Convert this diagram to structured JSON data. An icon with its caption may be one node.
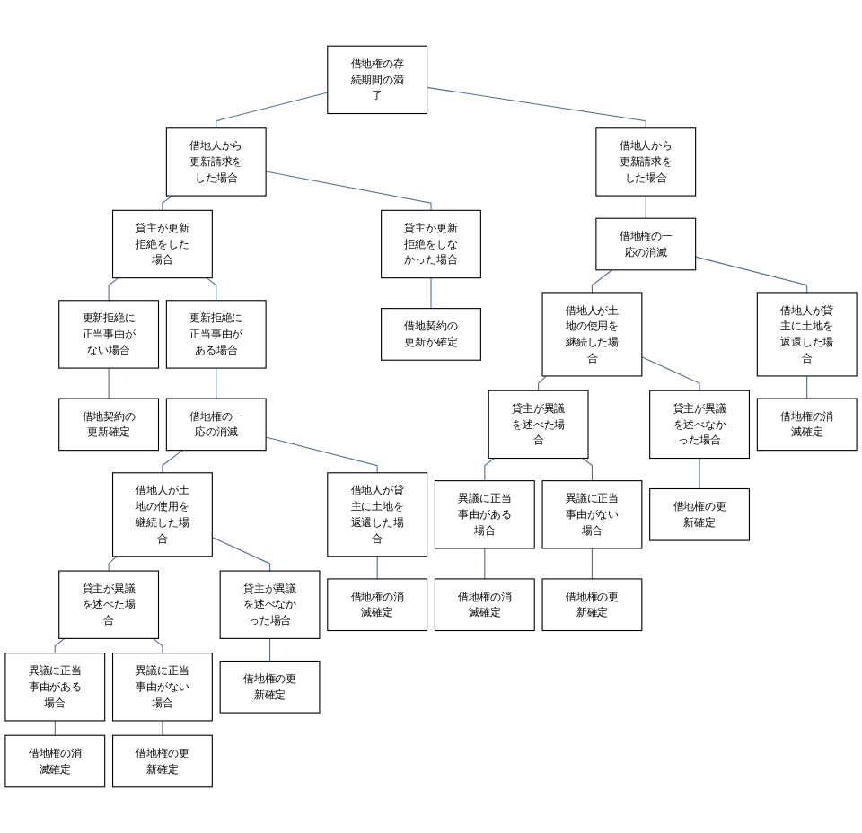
{
  "diagram": {
    "nodes": [
      {
        "text": [
          "借地権の存続期間の満了"
        ]
      },
      {
        "text": [
          "借地人から更新請求をした場合"
        ]
      },
      {
        "text": [
          "借地人から更新請求をした場合"
        ]
      },
      {
        "text": [
          "貸主が更新拒絶をしなかった場合"
        ]
      },
      {
        "text": [
          "貸主が更新拒絶をした場合"
        ]
      },
      {
        "text": [
          "更新拒絶に正当事由がない場合"
        ]
      },
      {
        "text": [
          "更新拒絶に正当事由がある場合"
        ]
      },
      {
        "text": [
          "借地契約の更新が確定"
        ]
      },
      {
        "text": [
          "借地契約の更新確定"
        ]
      },
      {
        "text": [
          "借地権の一応の消滅"
        ]
      },
      {
        "text": [
          "借地権の一応の消滅"
        ]
      },
      {
        "text": [
          "借地人が土地の使用を継続した場合"
        ]
      },
      {
        "text": [
          "借地人が貸主に土地を返還した場合"
        ]
      },
      {
        "text": [
          "借地人が土地の使用を継続した場合"
        ]
      },
      {
        "text": [
          "借地人が貸主に土地を返還した場合"
        ]
      },
      {
        "text": [
          "貸主が異議を述べた場合"
        ]
      },
      {
        "text": [
          "貸主が異議を述べなかった場合"
        ]
      },
      {
        "text": [
          "貸主が異議を述べた場合"
        ]
      },
      {
        "text": [
          "貸主が異議を述べなかった場合"
        ]
      },
      {
        "text": [
          "異議に正当事由がある場合"
        ]
      },
      {
        "text": [
          "異議に正当事由がない場合"
        ]
      },
      {
        "text": [
          "異議に正当事由がある場合"
        ]
      },
      {
        "text": [
          "異議に正当事由がない場合"
        ]
      },
      {
        "text": [
          "借地権の消滅確定"
        ]
      },
      {
        "text": [
          "借地権の更新確定"
        ]
      },
      {
        "text": [
          "借地権の更新確定"
        ]
      },
      {
        "text": [
          "借地権の消滅確定"
        ]
      },
      {
        "text": [
          "借地権の消滅確定"
        ]
      },
      {
        "text": [
          "借地権の更新確定"
        ]
      },
      {
        "text": [
          "借地権の更新確定"
        ]
      },
      {
        "text": [
          "借地権の消滅確定"
        ]
      }
    ],
    "edges": [
      {
        "from": 0,
        "to": 1,
        "arrow": "none"
      },
      {
        "from": 0,
        "to": 2,
        "arrow": "none"
      },
      {
        "from": 1,
        "to": 3,
        "arrow": "none"
      },
      {
        "from": 1,
        "to": 4,
        "arrow": "none"
      },
      {
        "from": 4,
        "to": 5,
        "arrow": "none"
      },
      {
        "from": 4,
        "to": 6,
        "arrow": "none"
      },
      {
        "from": 3,
        "to": 7,
        "arrow": "none"
      },
      {
        "from": 5,
        "to": 8,
        "arrow": "none"
      },
      {
        "from": 6,
        "to": 9,
        "arrow": "none"
      },
      {
        "from": 2,
        "to": 10,
        "arrow": "none"
      },
      {
        "from": 9,
        "to": 11,
        "arrow": "none"
      },
      {
        "from": 9,
        "to": 12,
        "arrow": "none"
      },
      {
        "from": 10,
        "to": 13,
        "arrow": "none"
      },
      {
        "from": 10,
        "to": 14,
        "arrow": "none"
      },
      {
        "from": 11,
        "to": 15,
        "arrow": "none"
      },
      {
        "from": 11,
        "to": 16,
        "arrow": "none"
      },
      {
        "from": 13,
        "to": 17,
        "arrow": "none"
      },
      {
        "from": 13,
        "to": 18,
        "arrow": "none"
      },
      {
        "from": 15,
        "to": 19,
        "arrow": "none"
      },
      {
        "from": 15,
        "to": 20,
        "arrow": "none"
      },
      {
        "from": 17,
        "to": 21,
        "arrow": "none"
      },
      {
        "from": 17,
        "to": 22,
        "arrow": "none"
      },
      {
        "from": 19,
        "to": 23,
        "arrow": "none"
      },
      {
        "from": 20,
        "to": 24,
        "arrow": "none"
      },
      {
        "from": 16,
        "to": 25,
        "arrow": "none"
      },
      {
        "from": 12,
        "to": 26,
        "arrow": "none"
      },
      {
        "from": 21,
        "to": 27,
        "arrow": "none"
      },
      {
        "from": 22,
        "to": 28,
        "arrow": "none"
      },
      {
        "from": 18,
        "to": 29,
        "arrow": "none"
      },
      {
        "from": 14,
        "to": 30,
        "arrow": "none"
      }
    ]
  }
}
